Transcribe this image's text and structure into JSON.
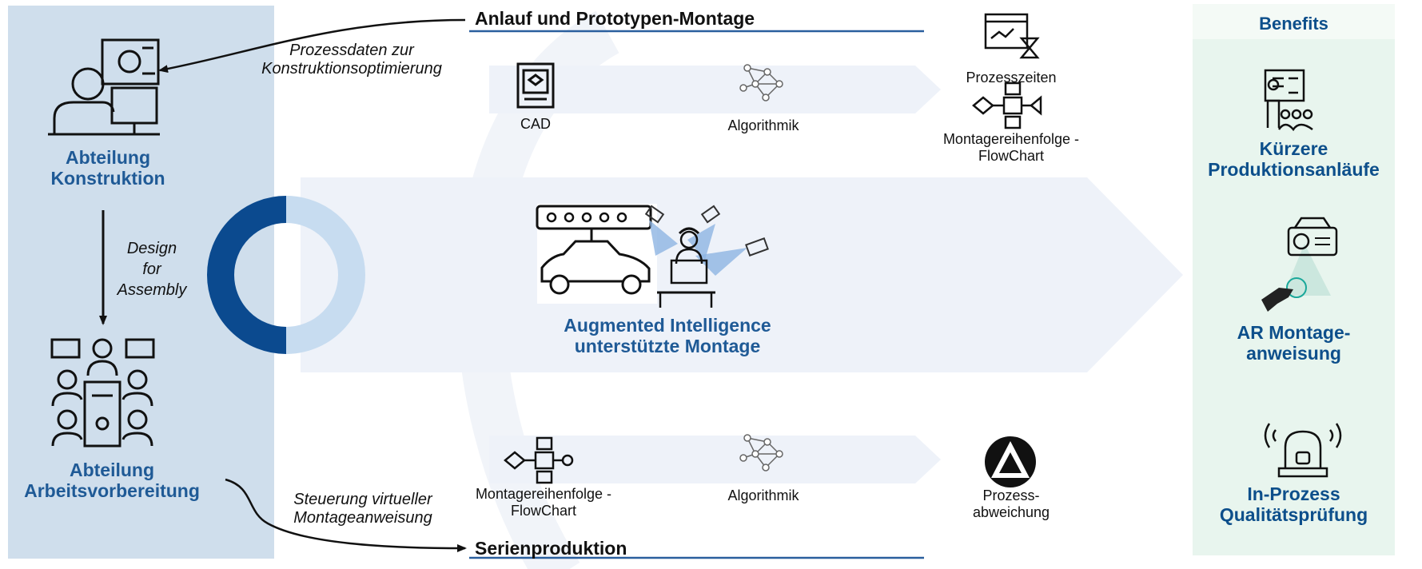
{
  "departments": {
    "konstruktion": [
      "Abteilung",
      "Konstruktion"
    ],
    "arbeitsvorbereitung": [
      "Abteilung",
      "Arbeitsvorbereitung"
    ]
  },
  "flows": {
    "top_note": [
      "Prozessdaten zur",
      "Konstruktionsoptimierung"
    ],
    "left_note": [
      "Design",
      "for",
      "Assembly"
    ],
    "bottom_note": [
      "Steuerung virtueller",
      "Montageanweisung"
    ]
  },
  "stages": {
    "top": {
      "title": "Anlauf und Prototypen-Montage",
      "cad": "CAD",
      "algorithm": "Algorithmik",
      "process_times": "Prozesszeiten",
      "flowchart": [
        "Montagereihenfolge -",
        "FlowChart"
      ]
    },
    "center": {
      "title": [
        "Augmented Intelligence",
        "unterstützte Montage"
      ]
    },
    "bottom": {
      "title": "Serienproduktion",
      "flowchart": [
        "Montagereihenfolge -",
        "FlowChart"
      ],
      "algorithm": "Algorithmik",
      "deviation": [
        "Prozess-",
        "abweichung"
      ]
    }
  },
  "benefits": {
    "header": "Benefits",
    "items": [
      [
        "Kürzere",
        "Produktionsanläufe"
      ],
      [
        "AR Montage-",
        "anweisung"
      ],
      [
        "In-Prozess",
        "Qualitätsprüfung"
      ]
    ]
  },
  "colors": {
    "left_panel": "#cfdeec",
    "benefits_panel": "#e8f5ee",
    "benefits_header": "#f4faf6",
    "flow_arrow": "#eff3fa",
    "accent_blue": "#1f5a96",
    "dark_blue": "#0b4a8f",
    "light_blue": "#c7dcf0",
    "line_blue": "#2a5f9e"
  }
}
